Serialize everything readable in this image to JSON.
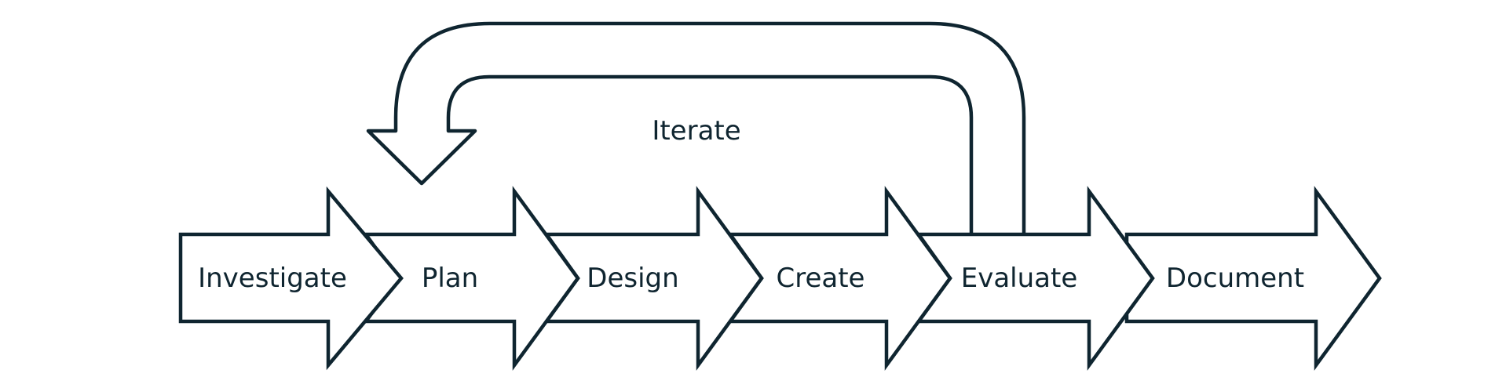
{
  "diagram": {
    "steps": [
      {
        "label": "Investigate"
      },
      {
        "label": "Plan"
      },
      {
        "label": "Design"
      },
      {
        "label": "Create"
      },
      {
        "label": "Evaluate"
      },
      {
        "label": "Document"
      }
    ],
    "loop_label": "Iterate",
    "colors": {
      "stroke": "#0f2530",
      "fill": "#ffffff",
      "text": "#0f2530"
    }
  }
}
